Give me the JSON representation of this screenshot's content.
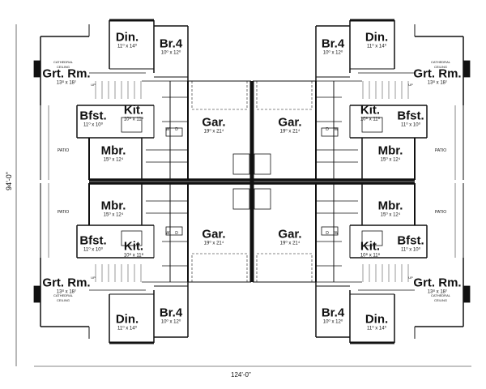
{
  "plan": {
    "overall_width": "124'-0\"",
    "overall_depth": "94'-0\"",
    "units": [
      {
        "id": "top-left",
        "rooms": {
          "din": {
            "name": "Din.",
            "dims": "11⁰ x 14⁰"
          },
          "br4": {
            "name": "Br.4",
            "dims": "10⁰ x 12⁰"
          },
          "grt": {
            "name": "Grt. Rm.",
            "dims": "13⁸ x 18⁷"
          },
          "bfst": {
            "name": "Bfst.",
            "dims": "11⁰ x 10⁰"
          },
          "kit": {
            "name": "Kit.",
            "dims": "10⁸ x 11⁸"
          },
          "mbr": {
            "name": "Mbr.",
            "dims": "15⁰ x 12⁴"
          },
          "gar": {
            "name": "Gar.",
            "dims": "19⁰ x 21⁴"
          }
        },
        "patio": "PATIO",
        "ceiling": "CATHEDRAL CEILING",
        "up": "UP",
        "washer": "W",
        "dryer": "D"
      },
      {
        "id": "top-right",
        "rooms": {
          "din": {
            "name": "Din.",
            "dims": "11⁰ x 14⁰"
          },
          "br4": {
            "name": "Br.4",
            "dims": "10⁰ x 12⁰"
          },
          "grt": {
            "name": "Grt. Rm.",
            "dims": "13⁸ x 18⁷"
          },
          "bfst": {
            "name": "Bfst.",
            "dims": "11⁰ x 10⁰"
          },
          "kit": {
            "name": "Kit.",
            "dims": "10⁸ x 11⁸"
          },
          "mbr": {
            "name": "Mbr.",
            "dims": "15⁰ x 12⁴"
          },
          "gar": {
            "name": "Gar.",
            "dims": "19⁰ x 21⁴"
          }
        },
        "patio": "PATIO",
        "ceiling": "CATHEDRAL CEILING",
        "up": "UP",
        "washer": "W",
        "dryer": "D"
      },
      {
        "id": "bottom-left",
        "rooms": {
          "din": {
            "name": "Din.",
            "dims": "11⁰ x 14⁰"
          },
          "br4": {
            "name": "Br.4",
            "dims": "10⁰ x 12⁰"
          },
          "grt": {
            "name": "Grt. Rm.",
            "dims": "13⁸ x 18⁷"
          },
          "bfst": {
            "name": "Bfst.",
            "dims": "11⁰ x 10⁰"
          },
          "kit": {
            "name": "Kit.",
            "dims": "10⁸ x 11⁸"
          },
          "mbr": {
            "name": "Mbr.",
            "dims": "15⁰ x 12⁴"
          },
          "gar": {
            "name": "Gar.",
            "dims": "19⁰ x 21⁴"
          }
        },
        "patio": "PATIO",
        "ceiling": "CATHEDRAL CEILING",
        "up": "UP",
        "washer": "W",
        "dryer": "D"
      },
      {
        "id": "bottom-right",
        "rooms": {
          "din": {
            "name": "Din.",
            "dims": "11⁰ x 14⁰"
          },
          "br4": {
            "name": "Br.4",
            "dims": "10⁰ x 12⁰"
          },
          "grt": {
            "name": "Grt. Rm.",
            "dims": "13⁸ x 18⁷"
          },
          "bfst": {
            "name": "Bfst.",
            "dims": "11⁰ x 10⁰"
          },
          "kit": {
            "name": "Kit.",
            "dims": "10⁸ x 11⁸"
          },
          "mbr": {
            "name": "Mbr.",
            "dims": "15⁰ x 12⁴"
          },
          "gar": {
            "name": "Gar.",
            "dims": "19⁰ x 21⁴"
          }
        },
        "patio": "PATIO",
        "ceiling": "CATHEDRAL CEILING",
        "up": "UP",
        "washer": "W",
        "dryer": "D"
      }
    ]
  }
}
